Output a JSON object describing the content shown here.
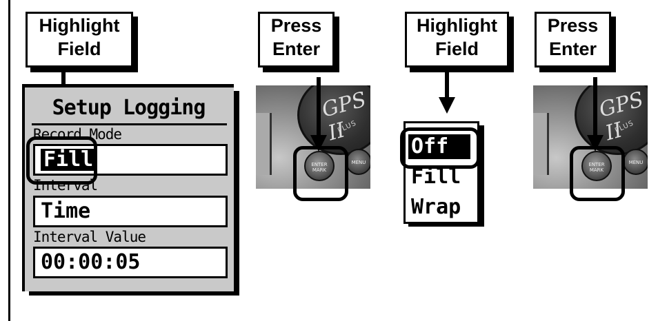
{
  "callouts": {
    "highlight_field_1": [
      "Highlight",
      "Field"
    ],
    "press_enter_1": [
      "Press",
      "Enter"
    ],
    "highlight_field_2": [
      "Highlight",
      "Field"
    ],
    "press_enter_2": [
      "Press",
      "Enter"
    ]
  },
  "screen": {
    "title": "Setup Logging",
    "record_mode_label": "Record Mode",
    "record_mode_value": "Fill",
    "interval_label": "Interval",
    "interval_value": "Time",
    "interval_value_label": "Interval Value",
    "interval_value_value": "00:00:05"
  },
  "photo": {
    "logo_text": "GPS II",
    "logo_sub": "PLUS",
    "enter_label": "ENTER MARK",
    "menu_label": "MENU"
  },
  "dropdown": {
    "options": [
      "Off",
      "Fill",
      "Wrap"
    ],
    "selected": "Off"
  }
}
